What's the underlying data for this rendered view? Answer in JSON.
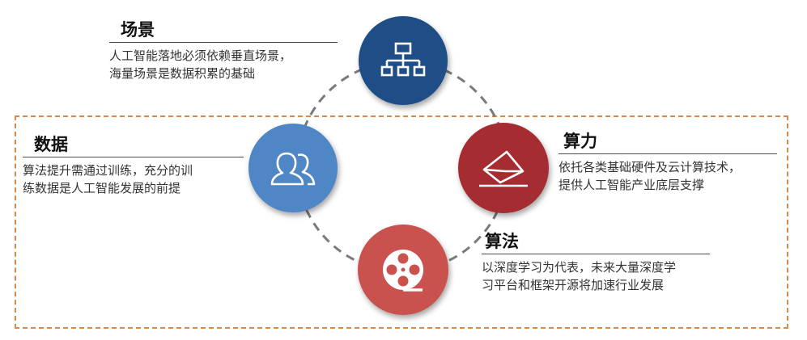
{
  "nodes": [
    {
      "title": "场景",
      "desc_lines": [
        "人工智能落地必须依赖垂直场景，",
        "海量场景是数据积累的基础"
      ],
      "icon": "hierarchy-icon",
      "color": "#1f4e87"
    },
    {
      "title": "数据",
      "desc_lines": [
        "算法提升需通过训练，充分的训",
        "练数据是人工智能发展的前提"
      ],
      "icon": "users-icon",
      "color": "#4f86c6"
    },
    {
      "title": "算力",
      "desc_lines": [
        "依托各类基础硬件及云计算技术，",
        "提供人工智能产业底层支撑"
      ],
      "icon": "envelope-icon",
      "color": "#a52d31"
    },
    {
      "title": "算法",
      "desc_lines": [
        "以深度学习为代表，未来大量深度学",
        "习平台和框架开源将加速行业发展"
      ],
      "icon": "film-reel-icon",
      "color": "#c9514e"
    }
  ],
  "colors": {
    "dashed_box": "#d38a4c",
    "cycle_line": "#7a7a7a"
  }
}
